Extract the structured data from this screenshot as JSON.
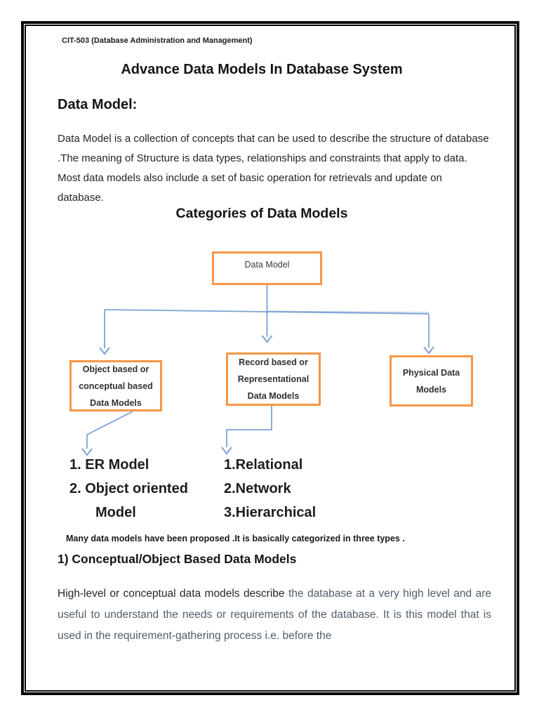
{
  "colors": {
    "box_border": "#F79646",
    "connector_blue": "#7BA2D4",
    "page_border": "#070707",
    "secondary_text": "#4e5d6a"
  },
  "header": {
    "course": "CIT-503 (Database Administration and Management)"
  },
  "title": "Advance Data Models In Database System",
  "data_model_section": {
    "heading": "Data Model:",
    "paragraph": "Data Model is a collection of concepts that can be used to describe the structure of database .The meaning of Structure is data types, relationships and constraints that apply to data. Most data models also include a set of basic operation for retrievals and update on database."
  },
  "categories_section": {
    "heading": "Categories of Data Models",
    "diagram": {
      "root_label": "Data Model",
      "left_box": "Object based or conceptual based Data Models",
      "center_box": "Record based or Representational Data Models",
      "right_box": "Physical Data Models",
      "left_list": [
        "1. ER Model",
        "2. Object oriented Model"
      ],
      "center_list": [
        "1.Relational",
        "2.Network",
        "3.Hierarchical"
      ]
    },
    "note": "Many data models have been proposed .It is basically categorized in three types ."
  },
  "conceptual_section": {
    "heading": "1) Conceptual/Object Based Data Models",
    "paragraph_lead": "High-level or conceptual data models describe",
    "paragraph_rest": " the database at a very high level and are useful to understand the needs or requirements of the database. It is this model that is used in the requirement-gathering process i.e. before the"
  }
}
